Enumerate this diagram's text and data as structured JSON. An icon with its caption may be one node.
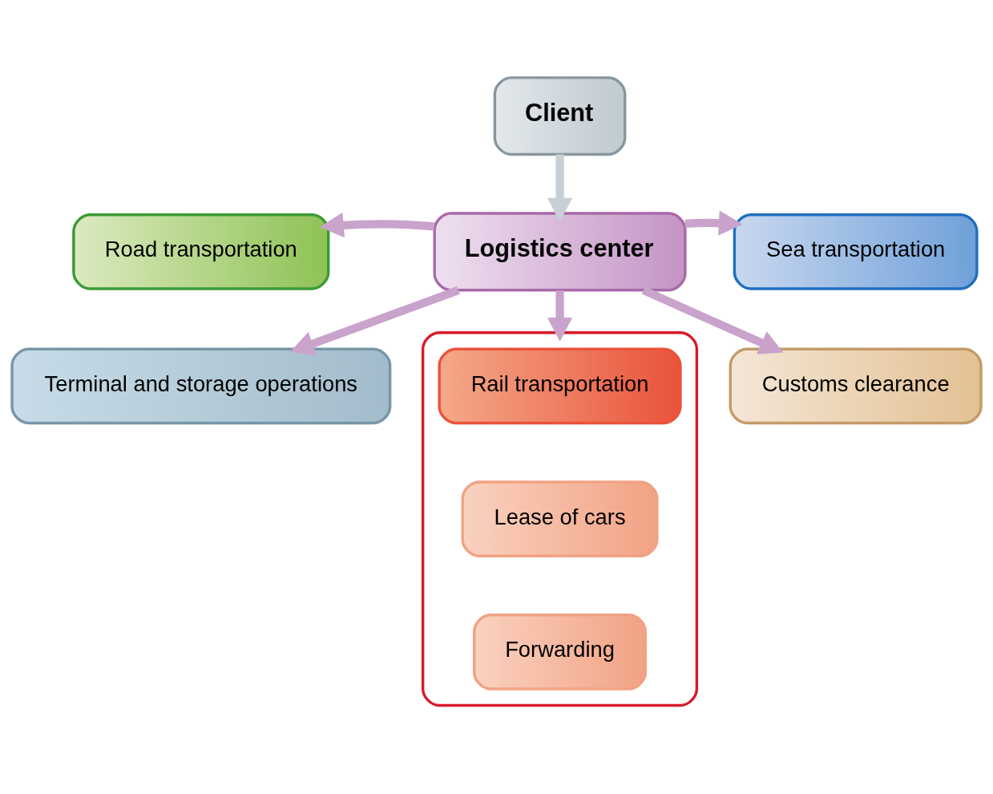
{
  "diagram": {
    "nodes": [
      {
        "text": [
          "Client"
        ]
      },
      {
        "text": [
          "Road transportation"
        ]
      },
      {
        "text": [
          "Sea transportation"
        ]
      },
      {
        "text": [
          "Logistics center"
        ]
      },
      {
        "text": [
          "Terminal and storage operations"
        ]
      },
      {
        "text": [
          "Customs clearance"
        ]
      },
      {
        "text": [],
        "shape": "box"
      },
      {
        "text": [
          "Rail transportation"
        ],
        "in": 6
      },
      {
        "text": [
          "Lease of cars"
        ],
        "in": 6
      },
      {
        "text": [
          "Forwarding"
        ],
        "in": 6
      }
    ],
    "edges": [
      {
        "from": 0,
        "to": 3,
        "arrow": "to",
        "color": "#c8d0d6"
      },
      {
        "from": 3,
        "to": 1,
        "arrow": "to"
      },
      {
        "from": 3,
        "to": 2,
        "arrow": "to"
      },
      {
        "from": 3,
        "to": 4,
        "arrow": "to"
      },
      {
        "from": 3,
        "to": 5,
        "arrow": "to"
      },
      {
        "from": 3,
        "to": 6,
        "arrow": "to"
      }
    ]
  }
}
